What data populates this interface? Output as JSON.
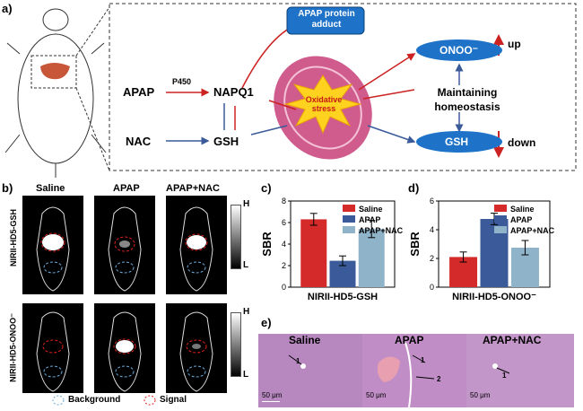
{
  "panel_labels": {
    "a": "a)",
    "b": "b)",
    "c": "c)",
    "d": "d)",
    "e": "e)"
  },
  "schematic": {
    "apap": "APAP",
    "p450": "P450",
    "napq1": "NAPQ1",
    "nac": "NAC",
    "gsh": "GSH",
    "adduct": "APAP protein adduct",
    "stress": "Oxidative stress",
    "onoo": "ONOO⁻",
    "gsh_oval": "GSH",
    "up": "up",
    "down": "down",
    "homeostasis": "Maintaining homeostasis"
  },
  "imaging": {
    "columns": [
      "Saline",
      "APAP",
      "APAP+NAC"
    ],
    "rows": [
      "NIRII-HD5-GSH",
      "NIRII-HD5-ONOO⁻"
    ],
    "scale_high": "H",
    "scale_low": "L",
    "legend_background": "Background",
    "legend_signal": "Signal",
    "colors": {
      "signal": "#e02020",
      "background": "#6aa8d8"
    }
  },
  "histology": {
    "titles": [
      "Saline",
      "APAP",
      "APAP+NAC"
    ],
    "scale": "50 μm",
    "arrow_labels": [
      "1",
      "2",
      "1",
      "1"
    ]
  },
  "chart_data": [
    {
      "type": "bar",
      "panel": "c",
      "categories": [
        "Saline",
        "APAP",
        "APAP+NAC"
      ],
      "values": [
        6.3,
        2.45,
        5.4
      ],
      "errors": [
        0.55,
        0.45,
        0.8
      ],
      "colors": [
        "#d42a2a",
        "#3a5a9a",
        "#8fb3c9"
      ],
      "xlabel": "NIRII-HD5-GSH",
      "ylabel": "SBR",
      "ylim": [
        0,
        8
      ],
      "yticks": [
        0,
        2,
        4,
        6,
        8
      ],
      "legend": "top-right"
    },
    {
      "type": "bar",
      "panel": "d",
      "categories": [
        "Saline",
        "APAP",
        "APAP+NAC"
      ],
      "values": [
        2.1,
        4.75,
        2.75
      ],
      "errors": [
        0.35,
        0.4,
        0.5
      ],
      "colors": [
        "#d42a2a",
        "#3a5a9a",
        "#8fb3c9"
      ],
      "xlabel": "NIRII-HD5-ONOO⁻",
      "ylabel": "SBR",
      "ylim": [
        0,
        6
      ],
      "yticks": [
        0,
        2,
        4,
        6
      ],
      "legend": "top-right"
    }
  ]
}
